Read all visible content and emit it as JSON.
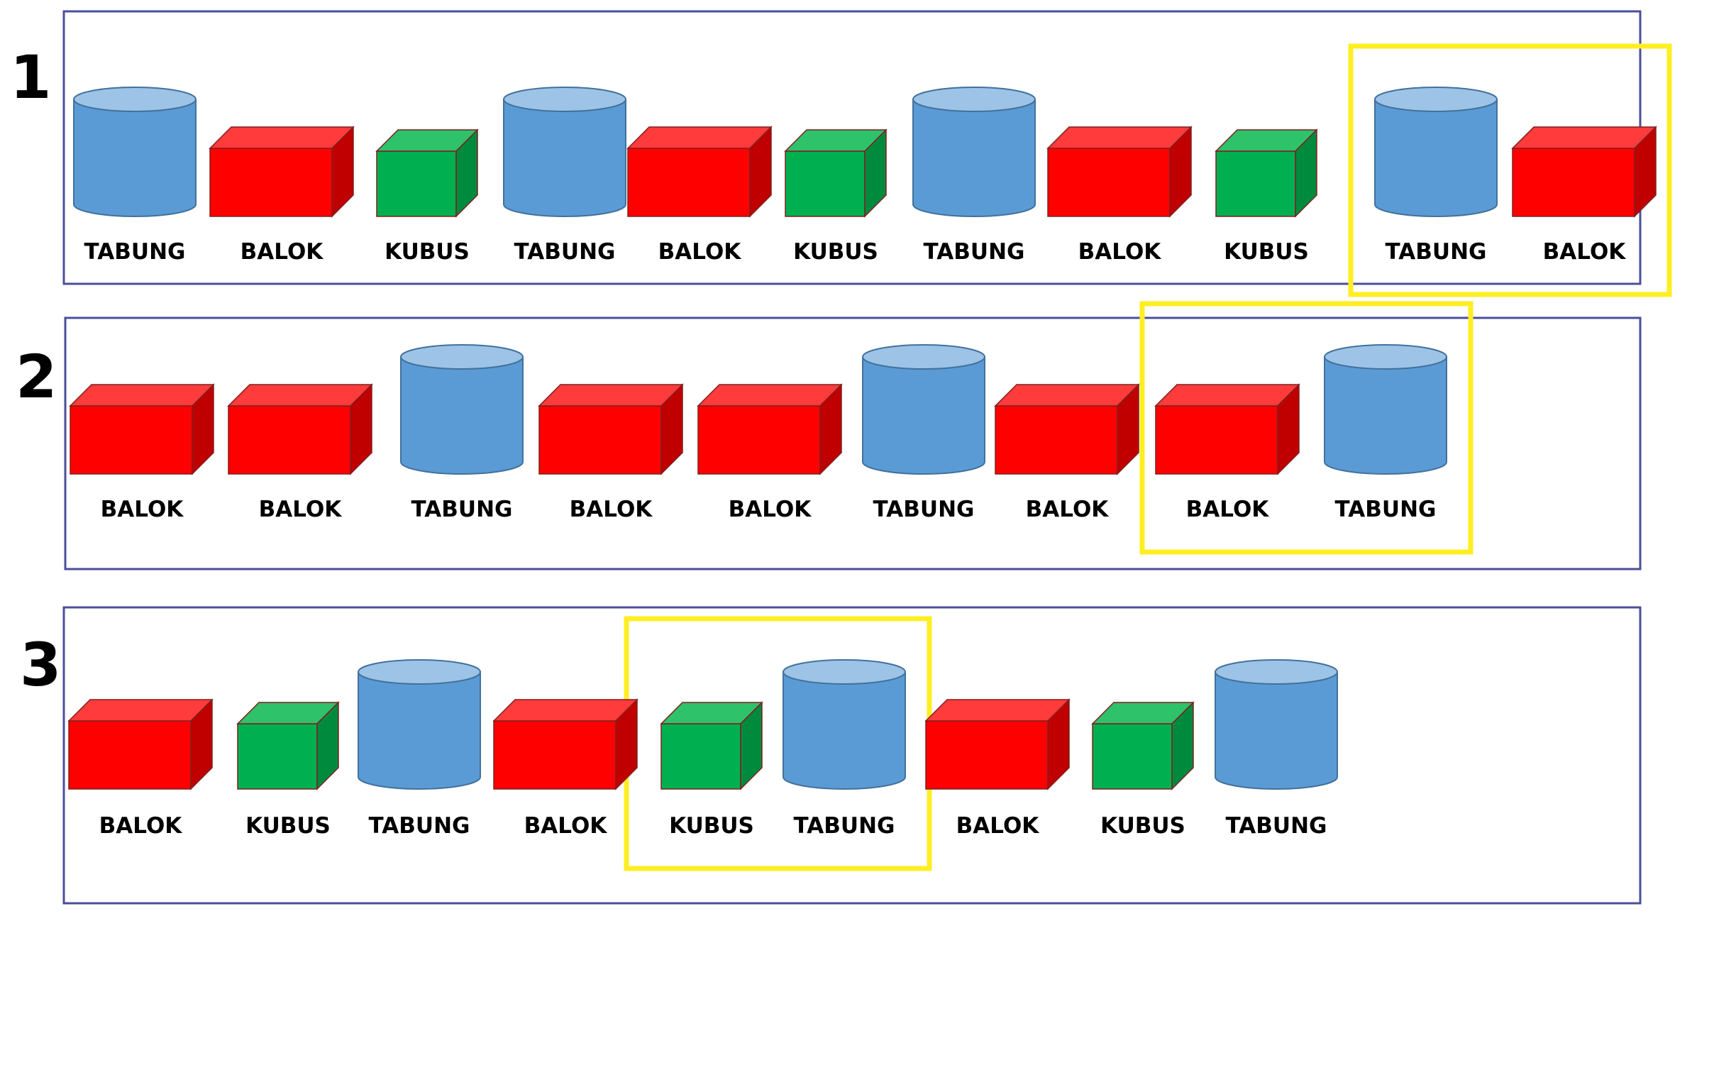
{
  "colors": {
    "row_border": "#4a4f9a",
    "highlight": "#ffee22",
    "cylinder_body": "#5b9bd5",
    "cylinder_top": "#9dc3e6",
    "cylinder_stroke": "#41719c",
    "balok_front": "#ff0000",
    "balok_top": "#ff3b3b",
    "balok_side": "#c00000",
    "kubus_front": "#00b050",
    "kubus_top": "#2ec26a",
    "kubus_side": "#008a3e"
  },
  "rows": [
    {
      "number": "1",
      "items": [
        {
          "shape": "cylinder",
          "label": "TABUNG"
        },
        {
          "shape": "balok",
          "label": "BALOK"
        },
        {
          "shape": "kubus",
          "label": "KUBUS"
        },
        {
          "shape": "cylinder",
          "label": "TABUNG"
        },
        {
          "shape": "balok",
          "label": "BALOK"
        },
        {
          "shape": "kubus",
          "label": "KUBUS"
        },
        {
          "shape": "cylinder",
          "label": "TABUNG"
        },
        {
          "shape": "balok",
          "label": "BALOK"
        },
        {
          "shape": "kubus",
          "label": "KUBUS"
        },
        {
          "shape": "cylinder",
          "label": "TABUNG",
          "highlighted": true
        },
        {
          "shape": "balok",
          "label": "BALOK",
          "highlighted": true
        }
      ]
    },
    {
      "number": "2",
      "items": [
        {
          "shape": "balok",
          "label": "BALOK"
        },
        {
          "shape": "balok",
          "label": "BALOK"
        },
        {
          "shape": "cylinder",
          "label": "TABUNG"
        },
        {
          "shape": "balok",
          "label": "BALOK"
        },
        {
          "shape": "balok",
          "label": "BALOK"
        },
        {
          "shape": "cylinder",
          "label": "TABUNG"
        },
        {
          "shape": "balok",
          "label": "BALOK"
        },
        {
          "shape": "balok",
          "label": "BALOK",
          "highlighted": true
        },
        {
          "shape": "cylinder",
          "label": "TABUNG",
          "highlighted": true
        }
      ]
    },
    {
      "number": "3",
      "items": [
        {
          "shape": "balok",
          "label": "BALOK"
        },
        {
          "shape": "kubus",
          "label": "KUBUS"
        },
        {
          "shape": "cylinder",
          "label": "TABUNG"
        },
        {
          "shape": "balok",
          "label": "BALOK"
        },
        {
          "shape": "kubus",
          "label": "KUBUS",
          "highlighted": true
        },
        {
          "shape": "cylinder",
          "label": "TABUNG",
          "highlighted": true
        },
        {
          "shape": "balok",
          "label": "BALOK"
        },
        {
          "shape": "kubus",
          "label": "KUBUS"
        },
        {
          "shape": "cylinder",
          "label": "TABUNG"
        }
      ]
    }
  ]
}
